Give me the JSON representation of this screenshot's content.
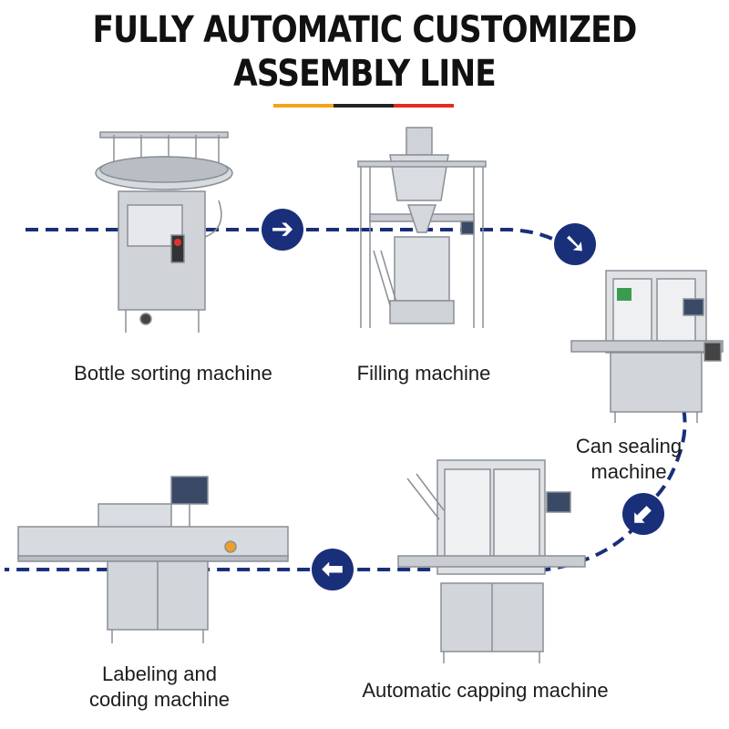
{
  "title": {
    "line1": "FULLY AUTOMATIC CUSTOMIZED",
    "line2": "ASSEMBLY LINE"
  },
  "accent_colors": [
    "#f5a31a",
    "#222222",
    "#e52a20"
  ],
  "flow_color": "#1a2f7a",
  "arrows": {
    "a1": "➔",
    "a2": "➘",
    "a3": "⬋",
    "a4": "⬅"
  },
  "steps": [
    {
      "label": "Bottle sorting machine"
    },
    {
      "label": "Filling machine"
    },
    {
      "label_line1": "Can sealing",
      "label_line2": "machine"
    },
    {
      "label": "Automatic capping machine"
    },
    {
      "label_line1": "Labeling and",
      "label_line2": "coding machine"
    }
  ]
}
